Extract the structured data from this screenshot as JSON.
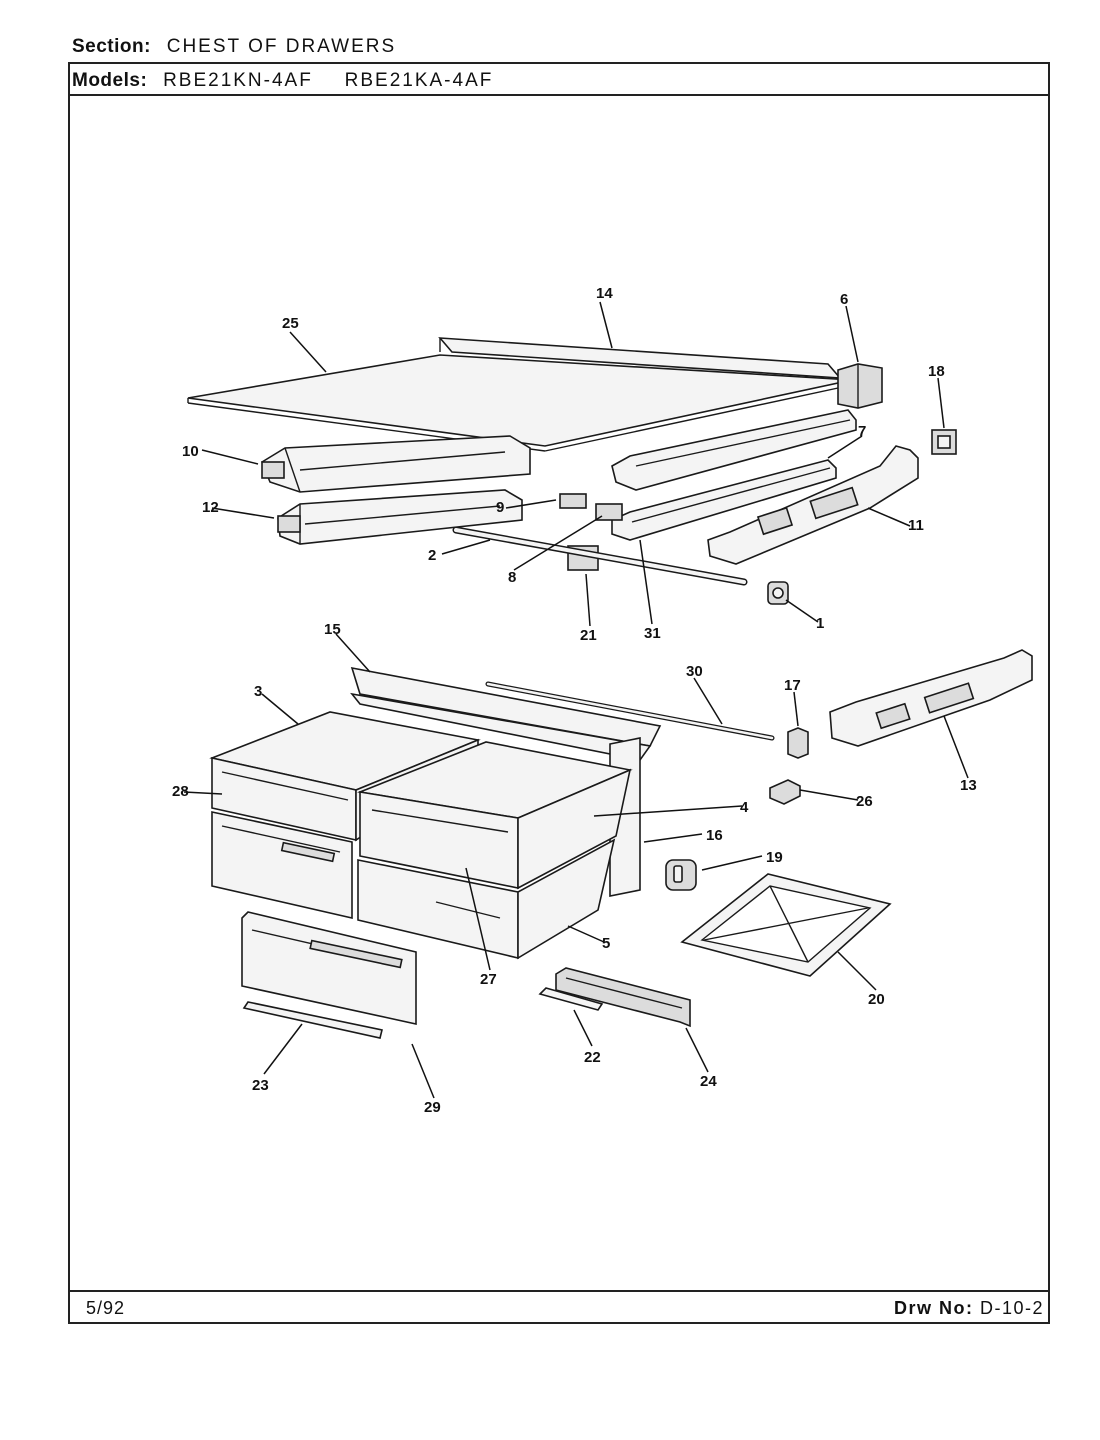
{
  "header": {
    "section_label": "Section:",
    "section_value": "CHEST OF DRAWERS",
    "models_label": "Models:",
    "model_1": "RBE21KN-4AF",
    "model_2": "RBE21KA-4AF"
  },
  "footer": {
    "date": "5/92",
    "drawing_label": "Drw No:",
    "drawing_number": "D-10-2"
  },
  "callouts": {
    "c1": "1",
    "c2": "2",
    "c3": "3",
    "c4": "4",
    "c5": "5",
    "c6": "6",
    "c7": "7",
    "c8": "8",
    "c9": "9",
    "c10": "10",
    "c11": "11",
    "c12": "12",
    "c13": "13",
    "c14": "14",
    "c15": "15",
    "c16": "16",
    "c17": "17",
    "c18": "18",
    "c19": "19",
    "c20": "20",
    "c21": "21",
    "c22": "22",
    "c23": "23",
    "c24": "24",
    "c25": "25",
    "c26": "26",
    "c27": "27",
    "c28": "28",
    "c29": "29",
    "c30": "30",
    "c31": "31"
  }
}
